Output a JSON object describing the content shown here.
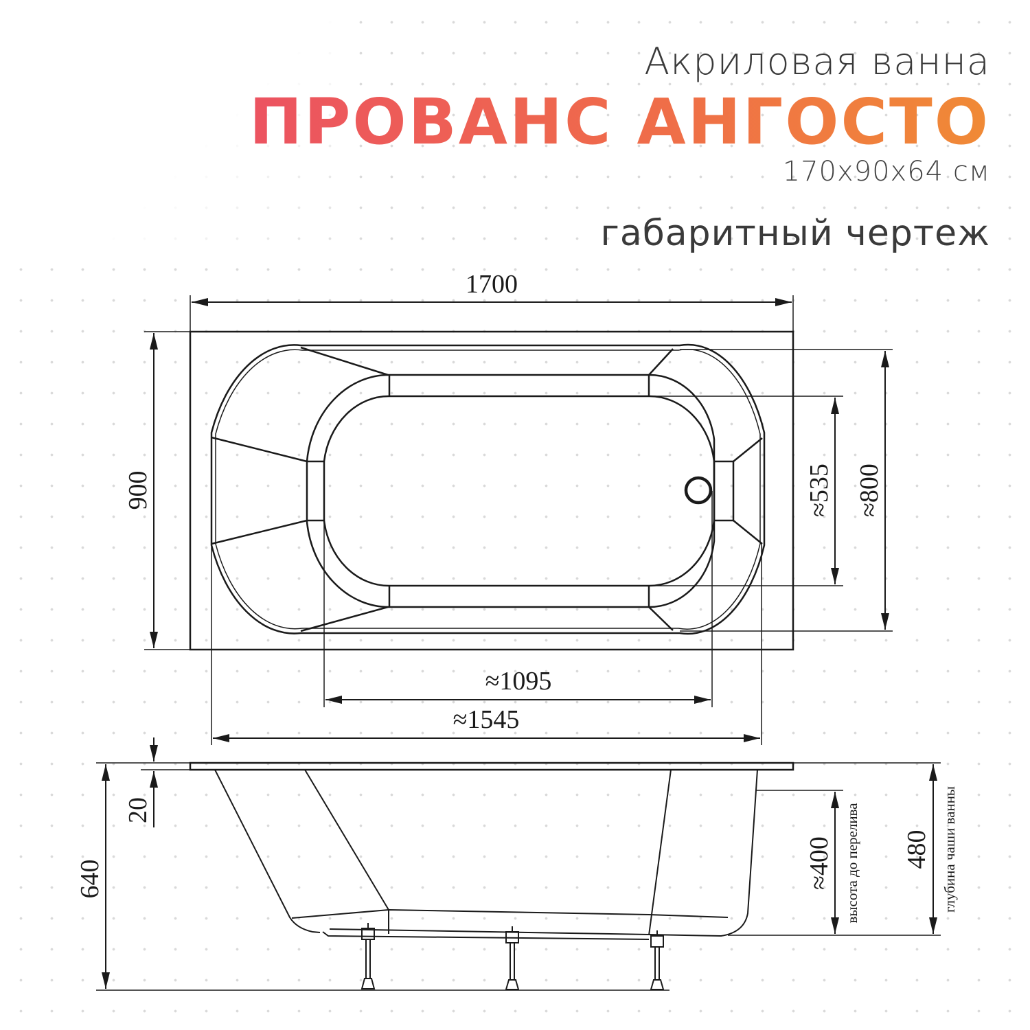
{
  "header": {
    "subtitle": "Акриловая ванна",
    "title": "ПРОВАНС АНГОСТО",
    "dimensions": "170x90x64 см",
    "drawing_type": "габаритный чертеж"
  },
  "colors": {
    "title_gradient_start": "#ec5361",
    "title_gradient_end": "#f08a36",
    "line": "#1a1a1a",
    "background_dots": "#d9d9d9"
  },
  "top_view": {
    "length_label": "1700",
    "width_label": "900",
    "inner_width_label": "≈535",
    "bowl_width_label": "≈800",
    "bottom_length_label": "≈1095",
    "bowl_length_label": "≈1545",
    "drain": "drain-hole"
  },
  "side_view": {
    "rim_label": "20",
    "total_height_label": "640",
    "overflow_height_label": "≈400",
    "overflow_note": "высота до перелива",
    "bowl_depth_label": "480",
    "bowl_depth_note": "глубина чаши ванны",
    "legs_count": 3
  }
}
